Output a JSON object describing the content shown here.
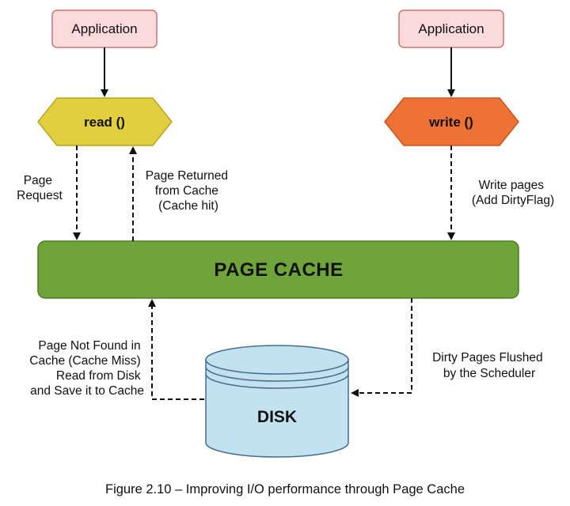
{
  "nodes": {
    "app_left": "Application",
    "app_right": "Application",
    "read": "read ()",
    "write": "write ()",
    "page_cache": "PAGE CACHE",
    "disk": "DISK"
  },
  "labels": {
    "page_request": [
      "Page",
      "Request"
    ],
    "page_returned": [
      "Page Returned",
      "from Cache",
      "(Cache hit)"
    ],
    "write_pages": [
      "Write pages",
      "(Add DirtyFlag)"
    ],
    "cache_miss": [
      "Page Not Found in",
      "Cache (Cache Miss)",
      "Read from Disk",
      "and Save it to Cache"
    ],
    "dirty_flushed": [
      "Dirty Pages Flushed",
      "by the Scheduler"
    ]
  },
  "caption": "Figure 2.10 – Improving I/O performance through Page Cache",
  "colors": {
    "app_fill": "#fadada",
    "app_stroke": "#c87474",
    "read_fill": "#e2cf3e",
    "read_stroke": "#b8a422",
    "write_fill": "#ec7236",
    "write_stroke": "#c8561c",
    "cache_fill": "#6fa43a",
    "cache_stroke": "#4e7d22",
    "disk_fill": "#c2e2f2",
    "disk_stroke": "#466e8a"
  }
}
